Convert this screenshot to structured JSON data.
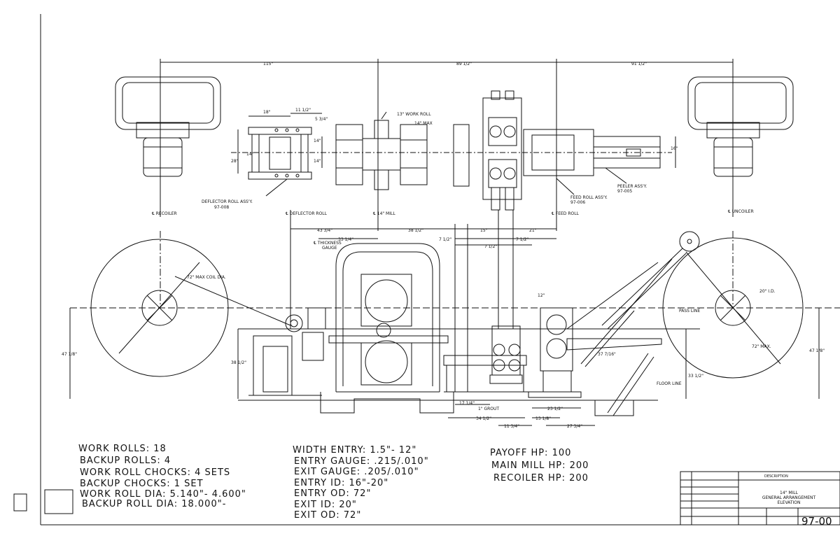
{
  "dimensions": {
    "d115": "115\"",
    "d89_5": "89 1/2\"",
    "d91_5": "91 1/2\"",
    "d18": "18\"",
    "d11_5": "11 1/2\"",
    "d5_75": "5 3/4\"",
    "d14a": "14\"",
    "d28": "28\"",
    "d14b": "14\"",
    "d14c": "14\"",
    "d13wr": "13\" WORK ROLL",
    "d14max": "14\" MAX",
    "d16": "16\"",
    "d43_75": "43 3/4\"",
    "d38_5": "38 1/2\"",
    "d33_25": "33 1/4\"",
    "d15": "15\"",
    "d21": "21\"",
    "d7_5a": "7 1/2\"",
    "d7_5b": "7 1/2\"",
    "d7_5c": "7 1/2\"",
    "d72max": "72\" MAX COIL DIA.",
    "d20id": "20\" I.D.",
    "d47_125a": "47 1/8\"",
    "d47_125b": "47 1/8\"",
    "d38_5b": "38 1/2\"",
    "d12": "12\"",
    "d37_7_16": "37 7/16\"",
    "d72max2": "72\" MAX.",
    "d33_5": "33 1/2\"",
    "d17_25": "17 1/4\"",
    "d1grout": "1\" GROUT",
    "d34_5": "34 1/2\"",
    "d11_75": "11 3/4\"",
    "d23_5": "23 1/2\"",
    "d13_125": "13 1/8\"",
    "d27_75": "27 3/4\""
  },
  "labels": {
    "deflector_assy": "DEFLECTOR ROLL ASS'Y.",
    "deflector_assy_no": "97-008",
    "feed_assy": "FEED ROLL ASS'Y.",
    "feed_assy_no": "97-006",
    "peeler_assy": "PEELER ASS'Y.",
    "peeler_assy_no": "97-005",
    "recoiler": "℄ RECOILER",
    "deflector_roll": "℄ DEFLECTOR ROLL",
    "mill": "℄ 14\" MILL",
    "feed_roll": "℄ FEED ROLL",
    "uncoiler": "℄ UNCOILER",
    "thickness_gauge": "℄ THICKNESS",
    "thickness_gauge2": "GAUGE",
    "pass_line": "PASS LINE",
    "floor_line": "FLOOR LINE"
  },
  "specs": {
    "col1": [
      "WORK ROLLS: 18",
      "BACKUP ROLLS: 4",
      "WORK ROLL CHOCKS: 4 SETS",
      "BACKUP CHOCKS: 1 SET",
      "WORK ROLL DIA: 5.140\"- 4.600\"",
      "BACKUP ROLL DIA: 18.000\"-"
    ],
    "col2": [
      "WIDTH ENTRY: 1.5\"- 12\"",
      "ENTRY GAUGE: .215/.010\"",
      "EXIT GAUGE: .205/.010\"",
      "ENTRY ID: 16\"-20\"",
      "ENTRY OD: 72\"",
      "EXIT ID: 20\"",
      "EXIT OD: 72\""
    ],
    "col3": [
      "PAYOFF HP: 100",
      "MAIN MILL HP: 200",
      "RECOILER HP: 200"
    ]
  },
  "title_block": {
    "description_header": "DESCRIPTION",
    "title1": "14\" MILL",
    "title2": "GENERAL ARRANGEMENT",
    "title3": "ELEVATION",
    "drawing_no": "97-00"
  }
}
